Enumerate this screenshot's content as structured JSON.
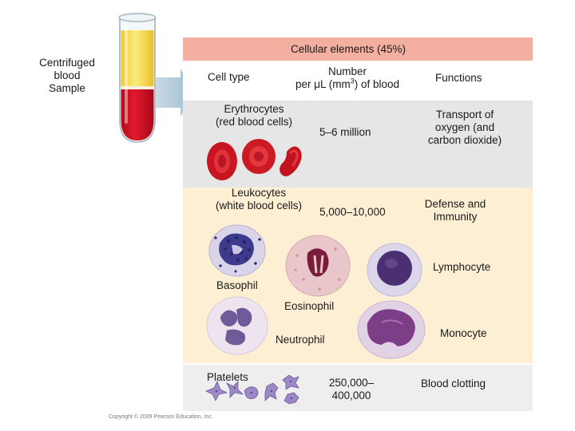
{
  "tube": {
    "label_line1": "Centrifuged",
    "label_line2": "blood",
    "label_line3": "Sample"
  },
  "table": {
    "header_title": "Cellular elements (45%)",
    "col_cell_type": "Cell type",
    "col_number_line1": "Number",
    "col_number_line2_pre": "per μL (mm",
    "col_number_sup": "3",
    "col_number_line2_post": ") of blood",
    "col_functions": "Functions"
  },
  "erythrocytes": {
    "name_line1": "Erythrocytes",
    "name_line2": "(red blood cells)",
    "count": "5–6 million",
    "function_line1": "Transport of",
    "function_line2": "oxygen (and",
    "function_line3": "carbon dioxide)"
  },
  "leukocytes": {
    "name_line1": "Leukocytes",
    "name_line2": "(white blood cells)",
    "count": "5,000–10,000",
    "function_line1": "Defense and",
    "function_line2": "Immunity",
    "types": {
      "lymphocyte": "Lymphocyte",
      "basophil": "Basophil",
      "eosinophil": "Eosinophil",
      "neutrophil": "Neutrophil",
      "monocyte": "Monocyte"
    }
  },
  "platelets": {
    "name": "Platelets",
    "count_line1": "250,000–",
    "count_line2": "400,000",
    "function": "Blood clotting"
  },
  "footer": {
    "copyright": "Copyright © 2009 Pearson Education, Inc."
  },
  "colors": {
    "header_bg": "#f3b0a0",
    "erythrocyte_row_bg": "#e6e6e6",
    "leukocyte_row_bg": "#fdefd3",
    "platelet_row_bg": "#eeeeee",
    "arrow": "#a9c4d6",
    "plasma": "#f7e25c",
    "red_cells": "#d41024"
  }
}
